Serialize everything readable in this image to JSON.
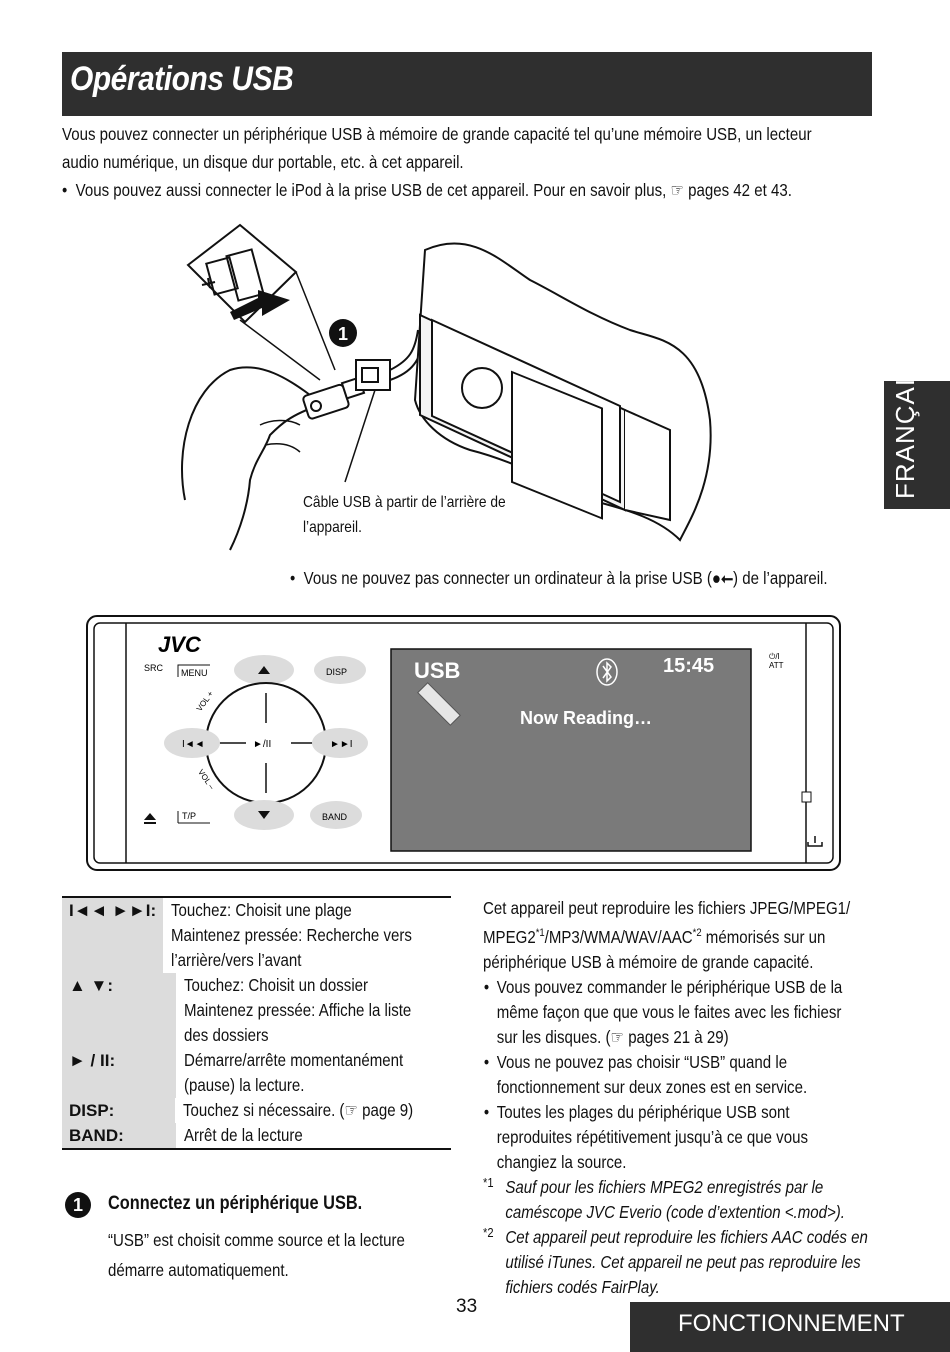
{
  "title": "Opérations USB",
  "language_tab": "FRANÇAIS",
  "footer_tab": "FONCTIONNEMENT",
  "page_number": "33",
  "intro": {
    "line1": "Vous pouvez connecter un périphérique USB à mémoire de grande capacité tel qu’une mémoire USB, un lecteur",
    "line2": "audio numérique, un disque dur portable, etc. à cet appareil.",
    "bullet": "Vous pouvez aussi connecter le iPod à la prise USB de cet appareil. Pour en savoir plus, ☞ pages 42 et 43."
  },
  "illustration": {
    "step_marker": "1",
    "cable_caption_line1": "Câble USB à partir de l’arrière de",
    "cable_caption_line2": "l’appareil.",
    "warning_before": "Vous ne pouvez pas connecter un ordinateur à la prise USB (",
    "warning_after": ") de l’appareil."
  },
  "device_panel": {
    "brand": "JVC",
    "src_label": "SRC",
    "menu_label": "MENU",
    "disp_label": "DISP",
    "tp_label": "T/P",
    "band_label": "BAND",
    "vol_plus": "VOL +",
    "vol_minus": "VOL –",
    "play_pause": "►/II",
    "power_label": "⏻/I",
    "att_label": "ATT",
    "screen": {
      "source": "USB",
      "time": "15:45",
      "status": "Now Reading…"
    }
  },
  "keys_table": [
    {
      "key": "I◄◄ ►►I:",
      "desc": [
        "Touchez: Choisit une plage",
        "Maintenez pressée: Recherche vers",
        "l’arrière/vers l’avant"
      ]
    },
    {
      "key": "▲ ▼:",
      "desc": [
        "Touchez: Choisit un dossier",
        "Maintenez pressée: Affiche la liste",
        "des dossiers"
      ]
    },
    {
      "key": "► / II:",
      "desc": [
        "Démarre/arrête momentanément",
        "(pause) la lecture."
      ]
    },
    {
      "key": "DISP:",
      "desc": [
        "Touchez si nécessaire. (☞ page 9)"
      ]
    },
    {
      "key": "BAND:",
      "desc": [
        "Arrêt de la lecture"
      ]
    }
  ],
  "step1": {
    "number": "1",
    "heading": "Connectez un périphérique USB.",
    "line1": "“USB” est choisit comme source et la lecture",
    "line2": "démarre automatiquement."
  },
  "right_column": {
    "p1": "Cet appareil peut reproduire les fichiers JPEG/MPEG1/",
    "p2a": "MPEG2",
    "sup1": "*1",
    "p2b": "/MP3/WMA/WAV/AAC",
    "sup2": "*2",
    "p2c": " mémorisés sur un",
    "p3": "périphérique USB à mémoire de grande capacité.",
    "b1": [
      "Vous pouvez commander le périphérique USB de la",
      "même façon que que vous le faites avec les fichiesr",
      "sur les disques. (☞ pages 21 à 29)"
    ],
    "b2": [
      "Vous ne pouvez pas choisir “USB” quand le",
      "fonctionnement sur deux zones est en service."
    ],
    "b3": [
      "Toutes les plages du périphérique USB sont",
      "reproduites répétitivement jusqu’à ce que vous",
      "changiez la source."
    ],
    "n1_mark": "*1",
    "n1": [
      "Sauf pour les fichiers MPEG2 enregistrés par le",
      "caméscope JVC Everio (code d’extention <.mod>)."
    ],
    "n2_mark": "*2",
    "n2": [
      "Cet appareil peut reproduire les fichiers AAC codés en",
      "utilisé iTunes. Cet appareil ne peut pas reproduire les",
      "fichiers codés FairPlay."
    ]
  }
}
